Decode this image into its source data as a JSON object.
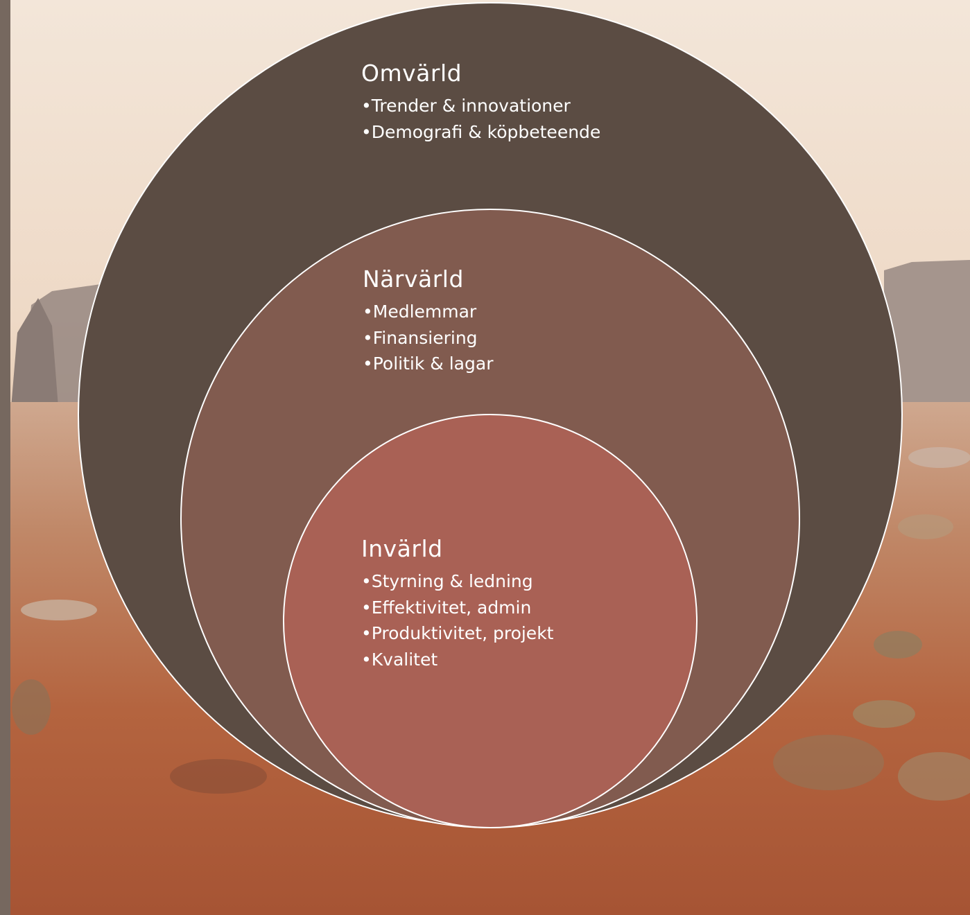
{
  "diagram": {
    "outer": {
      "title": "Omvärld",
      "items": [
        "Trender & innovationer",
        "Demografi & köpbeteende"
      ],
      "color": "#5b4c43"
    },
    "middle": {
      "title": "Närvärld",
      "items": [
        "Medlemmar",
        "Finansiering",
        "Politik & lagar"
      ],
      "color": "#815b4f"
    },
    "inner": {
      "title": "Invärld",
      "items": [
        "Styrning & ledning",
        "Effektivitet, admin",
        "Produktivitet, projekt",
        "Kvalitet"
      ],
      "color": "#a96155"
    }
  },
  "background": {
    "sky_top": "#f2e4d6",
    "sky_bottom": "#e9cdb5",
    "ground": "#b8694a",
    "sidebar": "#76685f"
  }
}
